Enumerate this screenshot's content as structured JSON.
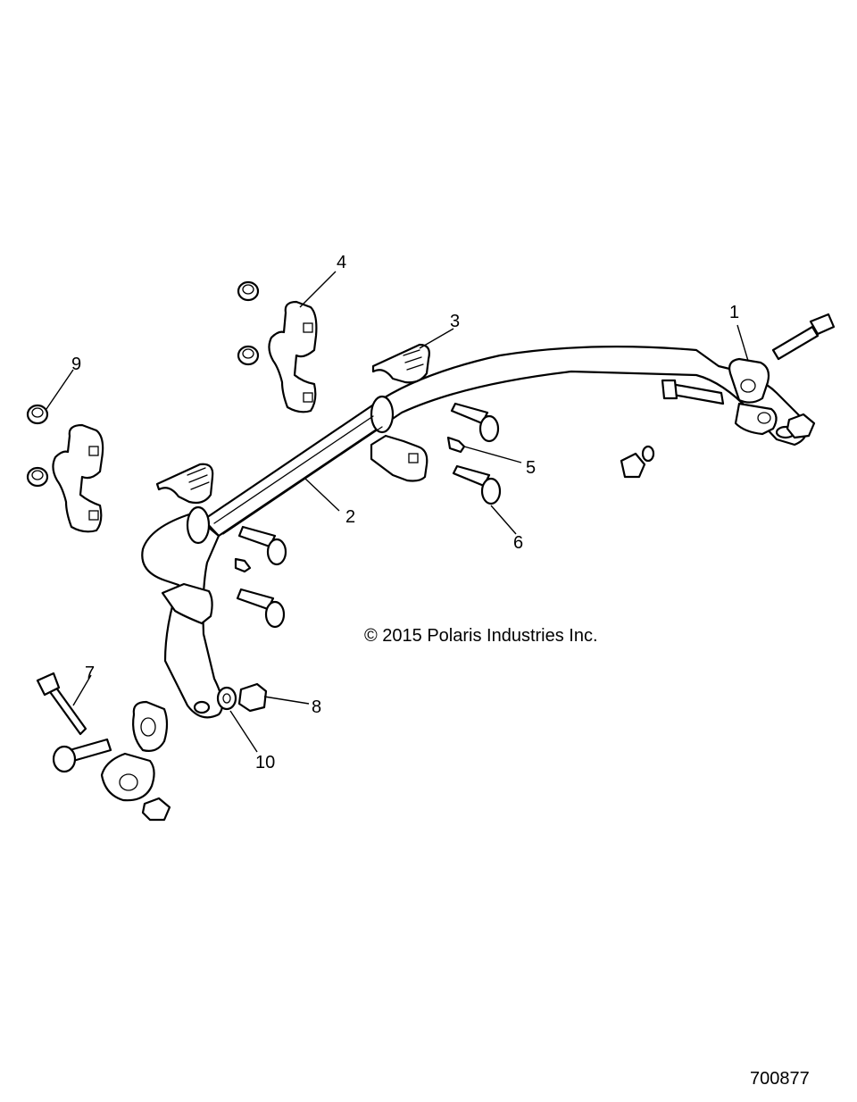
{
  "copyright": "© 2015 Polaris Industries Inc.",
  "figure_number": "700877",
  "callouts": [
    {
      "id": "callout-1",
      "label": "1"
    },
    {
      "id": "callout-2",
      "label": "2"
    },
    {
      "id": "callout-3",
      "label": "3"
    },
    {
      "id": "callout-4",
      "label": "4"
    },
    {
      "id": "callout-5",
      "label": "5"
    },
    {
      "id": "callout-6",
      "label": "6"
    },
    {
      "id": "callout-7",
      "label": "7"
    },
    {
      "id": "callout-8",
      "label": "8"
    },
    {
      "id": "callout-9",
      "label": "9"
    },
    {
      "id": "callout-10",
      "label": "10"
    }
  ]
}
